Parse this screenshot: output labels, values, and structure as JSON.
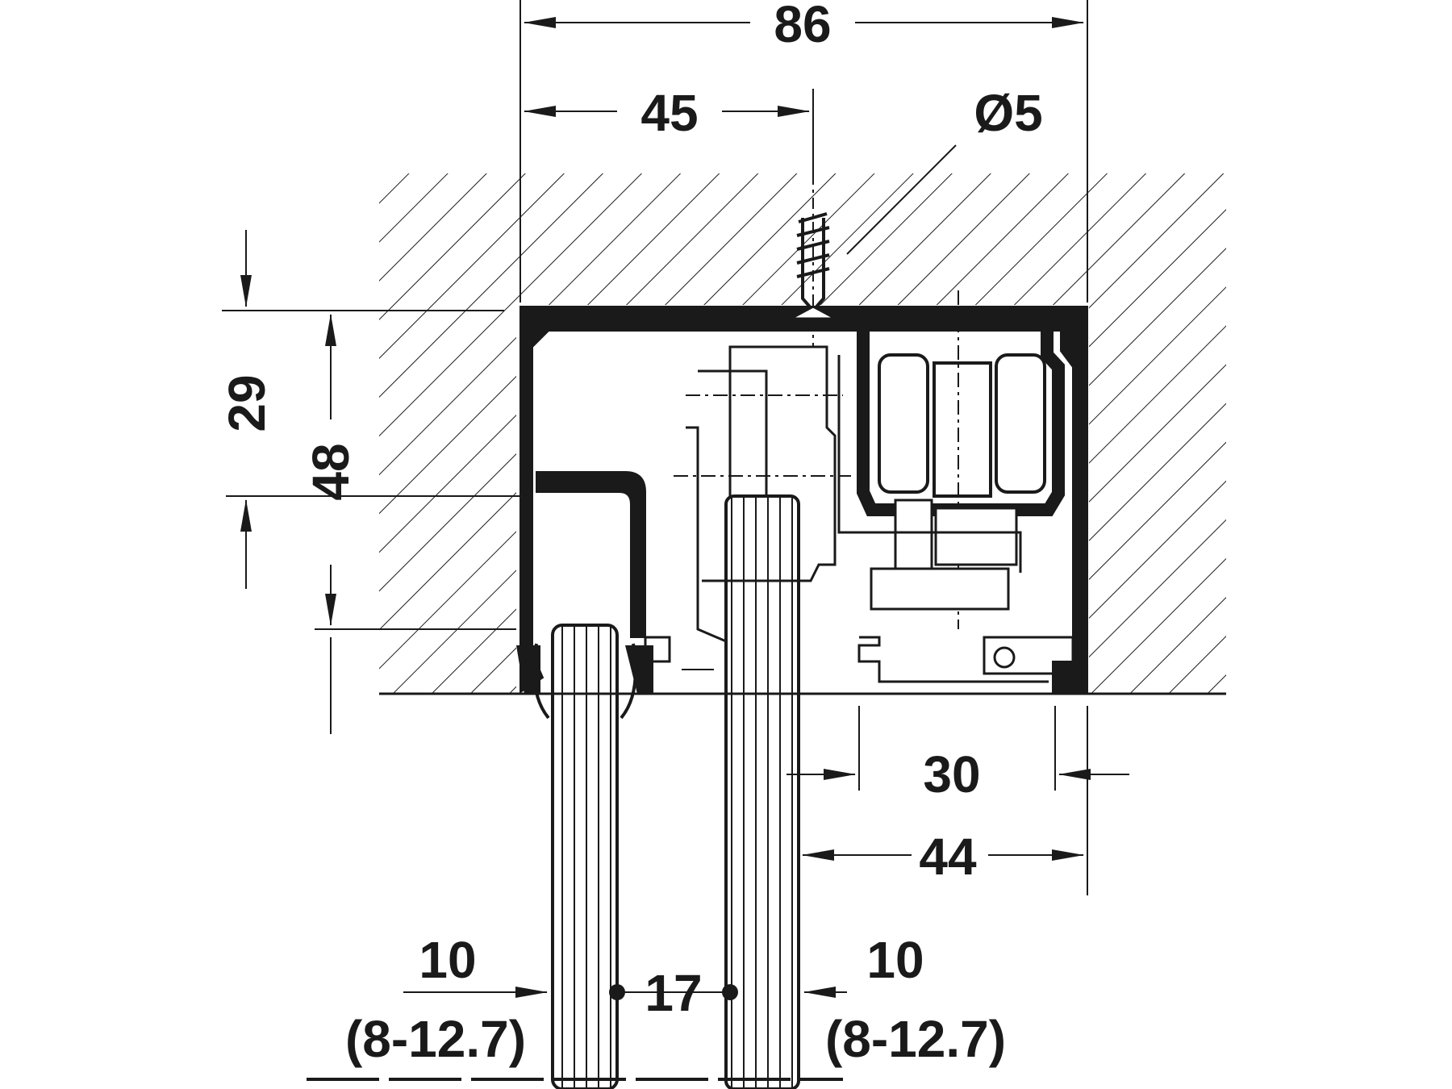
{
  "diagram": {
    "colors": {
      "ink": "#1a1a1a",
      "background": "#ffffff",
      "hatch": "#1a1a1a"
    },
    "dimensions": {
      "overall_width": "86",
      "screw_offset": "45",
      "screw_diameter": "Ø5",
      "recess_depth": "29",
      "profile_height": "48",
      "rail_offset": "30",
      "door_offset": "44",
      "left_glass": {
        "nominal": "10",
        "range": "(8-12.7)"
      },
      "center_gap": "17",
      "right_glass": {
        "nominal": "10",
        "range": "(8-12.7)"
      }
    }
  }
}
